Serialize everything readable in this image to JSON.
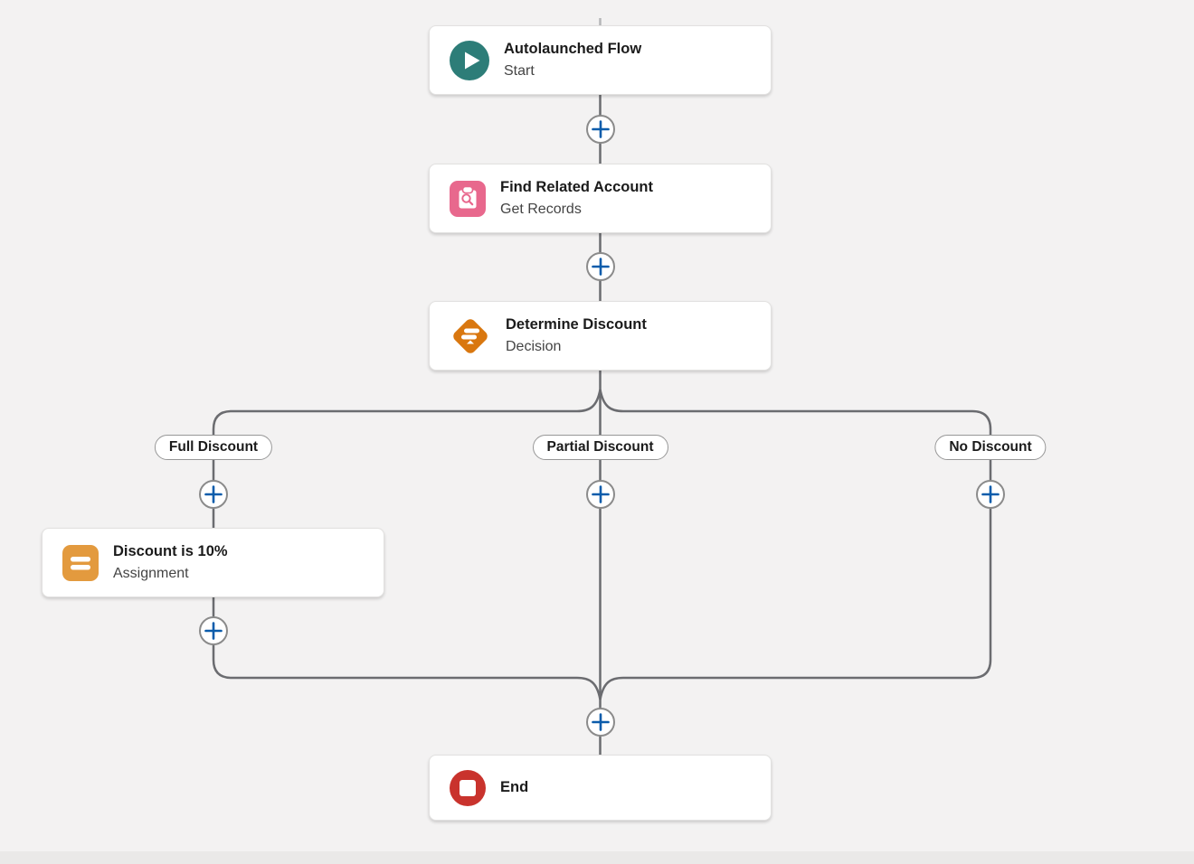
{
  "canvas": {
    "background_color": "#F3F2F2",
    "connector_color": "#6B6C70",
    "plus_icon_color": "#0B5CAB",
    "plus_ring_color": "#8B8B8B"
  },
  "nodes": {
    "start": {
      "title": "Autolaunched Flow",
      "subtitle": "Start",
      "icon": "play-icon",
      "icon_color": "#2D7D78"
    },
    "getrecords": {
      "title": "Find Related Account",
      "subtitle": "Get Records",
      "icon": "record-lookup-icon",
      "icon_color": "#E8688D"
    },
    "decision": {
      "title": "Determine Discount",
      "subtitle": "Decision",
      "icon": "decision-icon",
      "icon_color": "#D9770F"
    },
    "assignment": {
      "title": "Discount is 10%",
      "subtitle": "Assignment",
      "icon": "assignment-icon",
      "icon_color": "#E39A3E"
    },
    "end": {
      "title": "End",
      "subtitle": "",
      "icon": "stop-icon",
      "icon_color": "#C9332D"
    }
  },
  "branches": {
    "left": {
      "label": "Full Discount"
    },
    "middle": {
      "label": "Partial Discount"
    },
    "right": {
      "label": "No Discount"
    }
  }
}
